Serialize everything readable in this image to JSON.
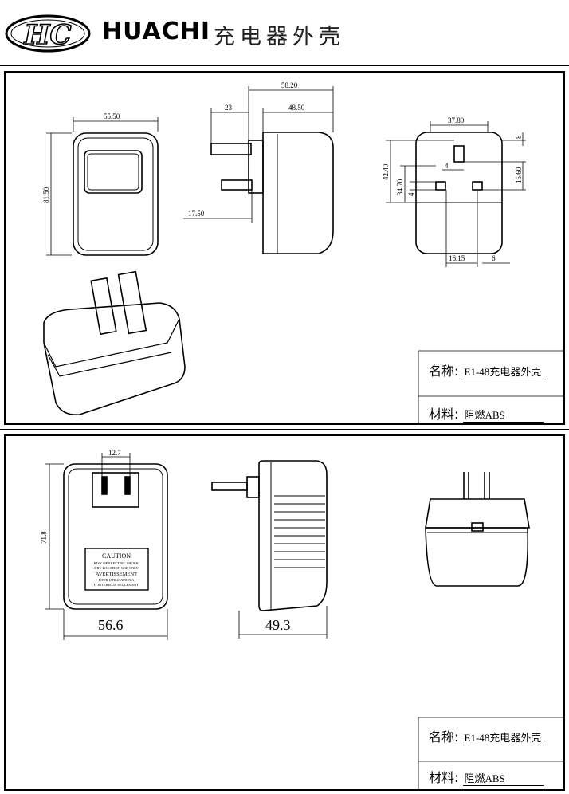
{
  "header": {
    "logo_text": "HC",
    "brand": "HUACHI",
    "title": "充电器外壳"
  },
  "panel_top": {
    "dims": {
      "front_width": "55.50",
      "front_height": "81.50",
      "side_total": "58.20",
      "side_pin": "23",
      "side_body": "48.50",
      "side_pin_offset": "17.50",
      "face_width": "37.80",
      "face_height": "42.40",
      "face_inner": "34.70",
      "pin_gap": "4",
      "pin_gap2": "4",
      "pin_top": "8",
      "pin_drop": "15.60",
      "pin_spacing": "16.15",
      "pin_width": "6"
    },
    "title_block": {
      "name_label": "名称:",
      "name_value": "E1-48充电器外壳",
      "material_label": "材料:",
      "material_value": "阻燃ABS"
    }
  },
  "panel_bottom": {
    "dims": {
      "pin_spacing": "12.7",
      "height": "71.8",
      "width": "56.6",
      "depth": "49.3"
    },
    "caution_label": {
      "l1": "CAUTION",
      "l2": "RISK OF ELECTRIC SHOCK",
      "l3": "DRY LOCATION USE ONLY",
      "l4": "AVERTISSEMENT",
      "l5": "POUR UTILISATION A",
      "l6": "L' INTERIEUR SEULEMENT"
    },
    "title_block": {
      "name_label": "名称:",
      "name_value": "E1-48充电器外壳",
      "material_label": "材料:",
      "material_value": "阻燃ABS"
    }
  }
}
